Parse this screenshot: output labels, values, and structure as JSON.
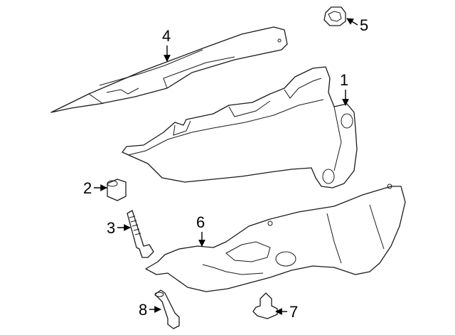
{
  "callouts": [
    {
      "id": "1",
      "text": "1"
    },
    {
      "id": "2",
      "text": "2"
    },
    {
      "id": "3",
      "text": "3"
    },
    {
      "id": "4",
      "text": "4"
    },
    {
      "id": "5",
      "text": "5"
    },
    {
      "id": "6",
      "text": "6"
    },
    {
      "id": "7",
      "text": "7"
    },
    {
      "id": "8",
      "text": "8"
    }
  ],
  "colors": {
    "line": "#1a1a1a",
    "fill": "#ffffff"
  }
}
